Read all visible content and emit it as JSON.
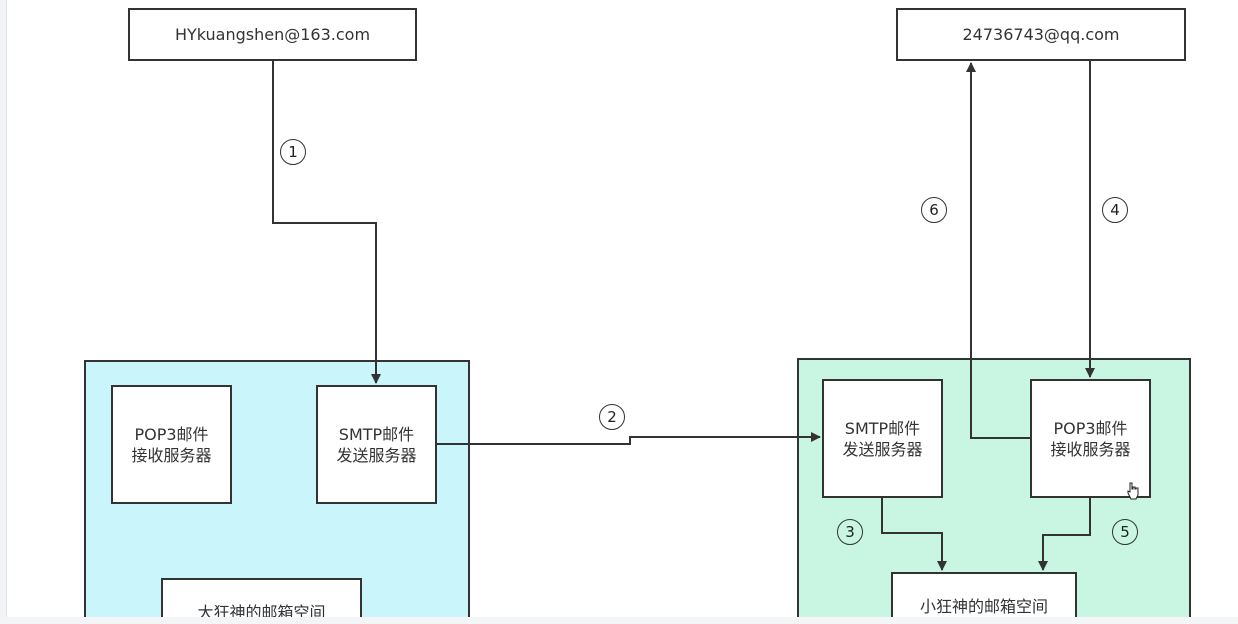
{
  "emails": {
    "sender": "HYkuangshen@163.com",
    "receiver": "24736743@qq.com"
  },
  "left_server": {
    "pop3": [
      "POP3邮件",
      "接收服务器"
    ],
    "smtp": [
      "SMTP邮件",
      "发送服务器"
    ],
    "mailbox": "大狂神的邮箱空间"
  },
  "right_server": {
    "smtp": [
      "SMTP邮件",
      "发送服务器"
    ],
    "pop3": [
      "POP3邮件",
      "接收服务器"
    ],
    "mailbox": "小狂神的邮箱空间"
  },
  "steps": [
    "1",
    "2",
    "3",
    "4",
    "5",
    "6"
  ],
  "colors": {
    "left_region": "#c9f5fb",
    "right_region": "#c9f5e3",
    "stroke": "#333333"
  }
}
